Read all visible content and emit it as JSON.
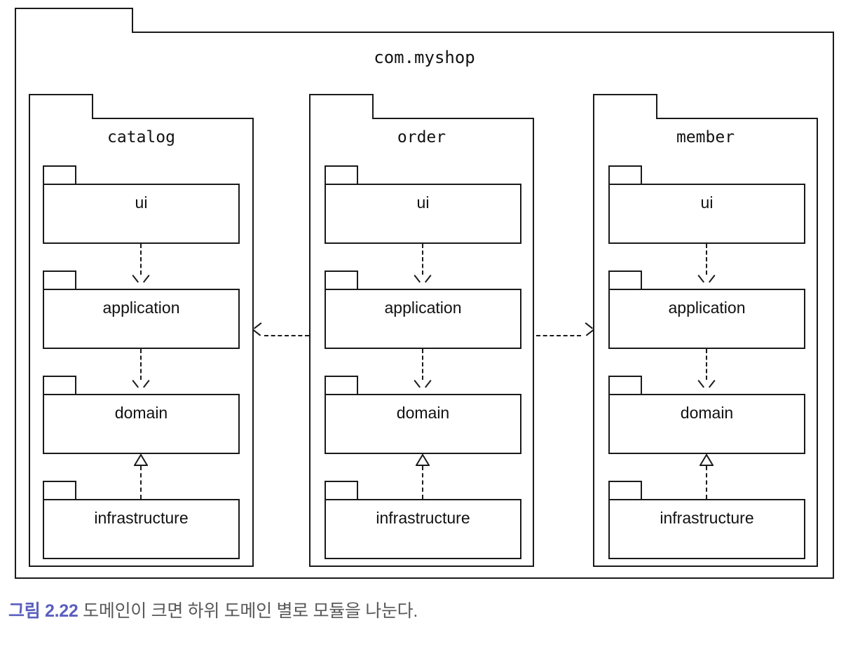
{
  "diagram": {
    "type": "uml-package-diagram",
    "root_package": {
      "name": "com.myshop",
      "shape": "package"
    },
    "group_packages": [
      {
        "id": "catalog",
        "name": "catalog",
        "layers": [
          {
            "id": "ui",
            "name": "ui"
          },
          {
            "id": "application",
            "name": "application"
          },
          {
            "id": "domain",
            "name": "domain"
          },
          {
            "id": "infrastructure",
            "name": "infrastructure"
          }
        ]
      },
      {
        "id": "order",
        "name": "order",
        "layers": [
          {
            "id": "ui",
            "name": "ui"
          },
          {
            "id": "application",
            "name": "application"
          },
          {
            "id": "domain",
            "name": "domain"
          },
          {
            "id": "infrastructure",
            "name": "infrastructure"
          }
        ]
      },
      {
        "id": "member",
        "name": "member",
        "layers": [
          {
            "id": "ui",
            "name": "ui"
          },
          {
            "id": "application",
            "name": "application"
          },
          {
            "id": "domain",
            "name": "domain"
          },
          {
            "id": "infrastructure",
            "name": "infrastructure"
          }
        ]
      }
    ],
    "relations": [
      {
        "from": "catalog.ui",
        "to": "catalog.application",
        "kind": "dependency",
        "style": "dashed-open-arrow",
        "direction": "down"
      },
      {
        "from": "catalog.application",
        "to": "catalog.domain",
        "kind": "dependency",
        "style": "dashed-open-arrow",
        "direction": "down"
      },
      {
        "from": "catalog.infrastructure",
        "to": "catalog.domain",
        "kind": "realization",
        "style": "dashed-hollow-triangle",
        "direction": "up"
      },
      {
        "from": "order.ui",
        "to": "order.application",
        "kind": "dependency",
        "style": "dashed-open-arrow",
        "direction": "down"
      },
      {
        "from": "order.application",
        "to": "order.domain",
        "kind": "dependency",
        "style": "dashed-open-arrow",
        "direction": "down"
      },
      {
        "from": "order.infrastructure",
        "to": "order.domain",
        "kind": "realization",
        "style": "dashed-hollow-triangle",
        "direction": "up"
      },
      {
        "from": "member.ui",
        "to": "member.application",
        "kind": "dependency",
        "style": "dashed-open-arrow",
        "direction": "down"
      },
      {
        "from": "member.application",
        "to": "member.domain",
        "kind": "dependency",
        "style": "dashed-open-arrow",
        "direction": "down"
      },
      {
        "from": "member.infrastructure",
        "to": "member.domain",
        "kind": "realization",
        "style": "dashed-hollow-triangle",
        "direction": "up"
      },
      {
        "from": "order",
        "to": "catalog",
        "kind": "dependency",
        "style": "dashed-open-arrow",
        "direction": "left"
      },
      {
        "from": "order",
        "to": "member",
        "kind": "dependency",
        "style": "dashed-open-arrow",
        "direction": "right"
      }
    ]
  },
  "caption": {
    "figure_number": "그림 2.22",
    "text": "도메인이 크면 하위 도메인 별로 모듈을 나눈다.",
    "accent_color": "#5a5fbe",
    "text_color": "#58585a"
  },
  "colors": {
    "stroke": "#1a1a1a",
    "fill": "#ffffff",
    "background": "#ffffff"
  }
}
